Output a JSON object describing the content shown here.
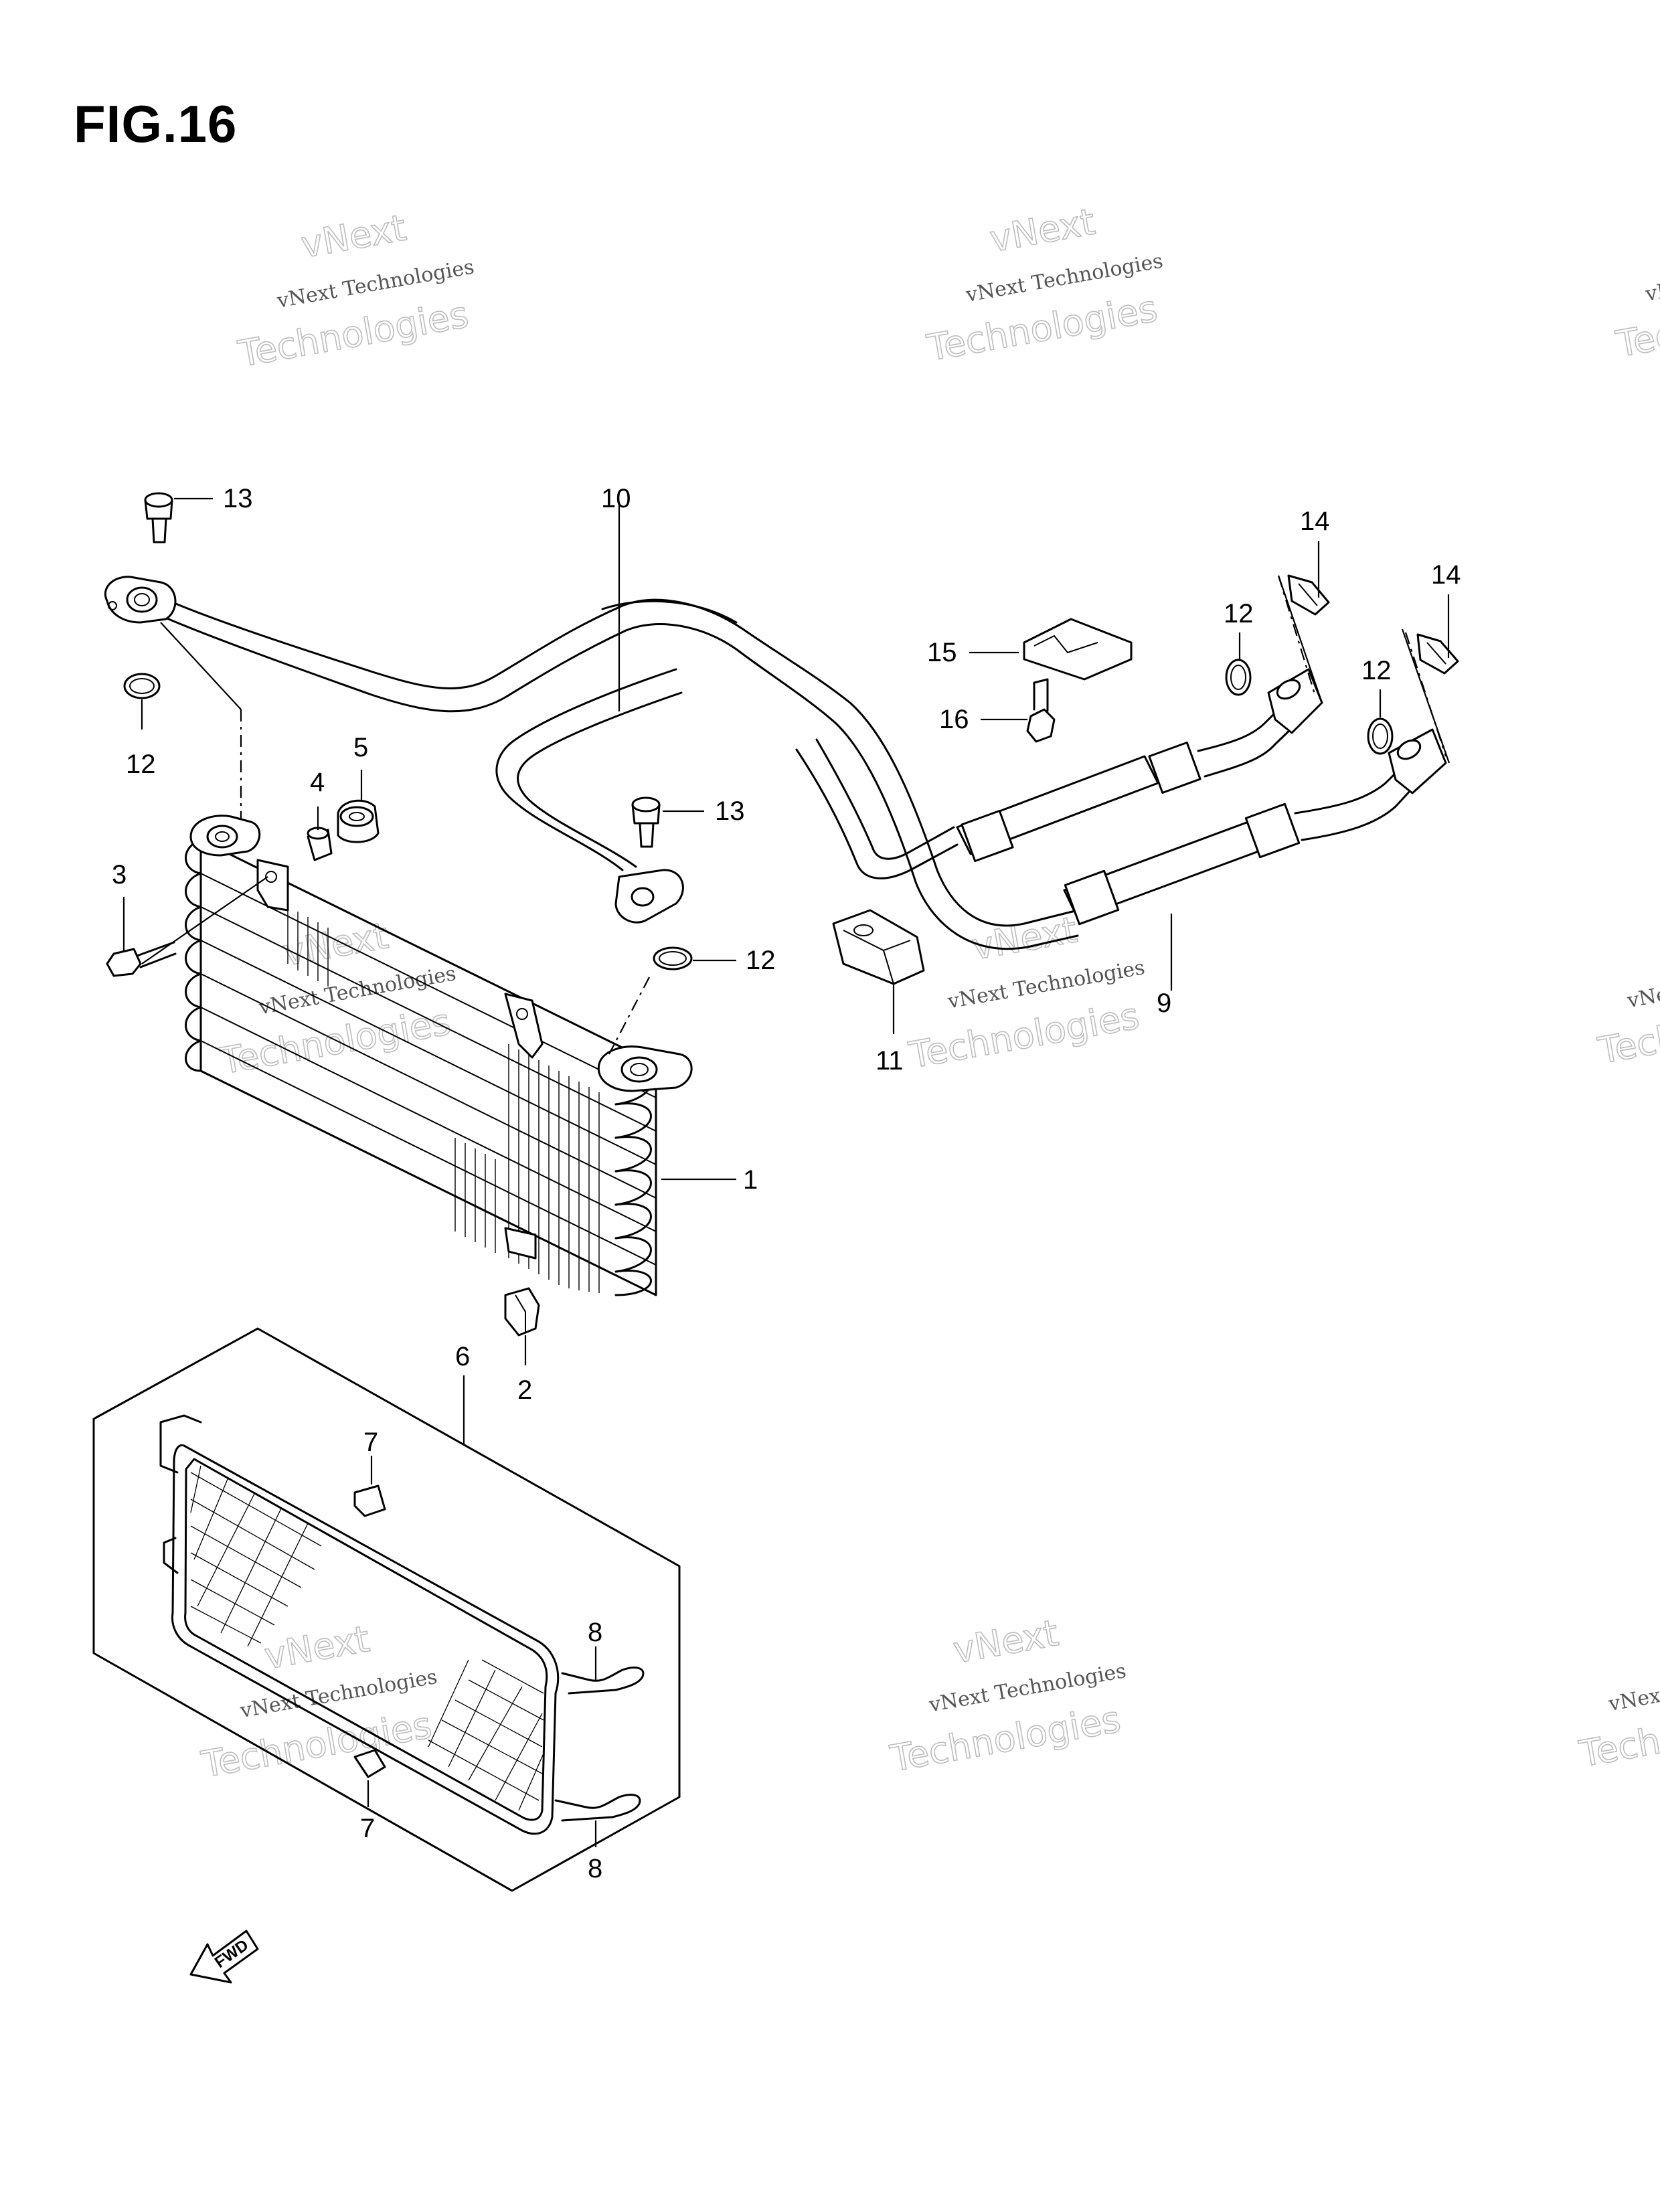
{
  "figure": {
    "title": "FIG.16"
  },
  "watermark": {
    "line1": "vNext Technologies",
    "line2": "vNext",
    "line3": "Technologies"
  },
  "callouts": {
    "c1": "1",
    "c2": "2",
    "c3": "3",
    "c4": "4",
    "c5": "5",
    "c6": "6",
    "c7a": "7",
    "c7b": "7",
    "c8a": "8",
    "c8b": "8",
    "c9": "9",
    "c10": "10",
    "c11": "11",
    "c12a": "12",
    "c12b": "12",
    "c12c": "12",
    "c12d": "12",
    "c13a": "13",
    "c13b": "13",
    "c14a": "14",
    "c14b": "14",
    "c15": "15",
    "c16": "16"
  },
  "fwd_arrow": {
    "label": "FWD",
    "icon": "fwd-arrow-icon"
  }
}
